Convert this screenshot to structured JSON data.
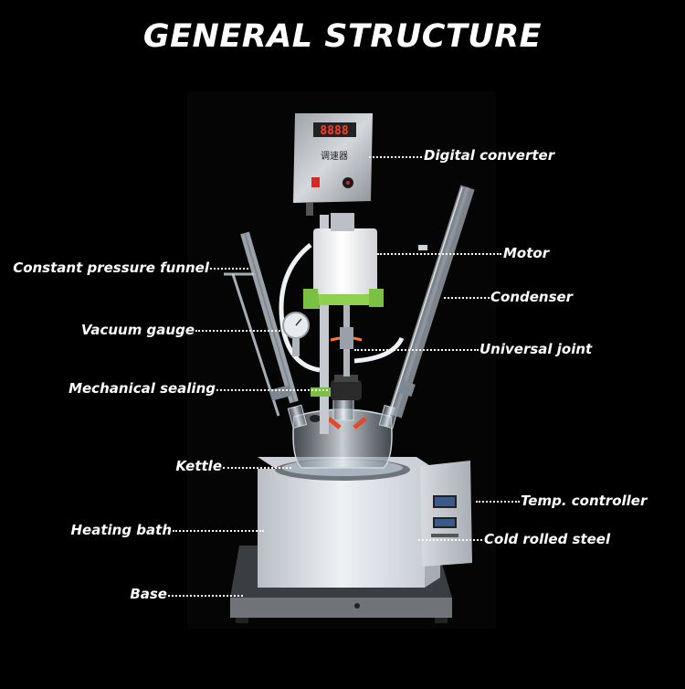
{
  "title": "GENERAL STRUCTURE",
  "device": {
    "display_digits": "8888",
    "panel_text": "调速器"
  },
  "labels": {
    "digital_converter": "Digital converter",
    "motor": "Motor",
    "condenser": "Condenser",
    "universal_joint": "Universal joint",
    "temp_controller": "Temp. controller",
    "cold_rolled_steel": "Cold rolled steel",
    "constant_pressure_funnel": "Constant pressure funnel",
    "vacuum_gauge": "Vacuum gauge",
    "mechanical_sealing": "Mechanical sealing",
    "kettle": "Kettle",
    "heating_bath": "Heating bath",
    "base": "Base"
  },
  "colors": {
    "background": "#000000",
    "text": "#ffffff",
    "motor_accent": "#8fd14f",
    "steel": "#e8eaee"
  }
}
